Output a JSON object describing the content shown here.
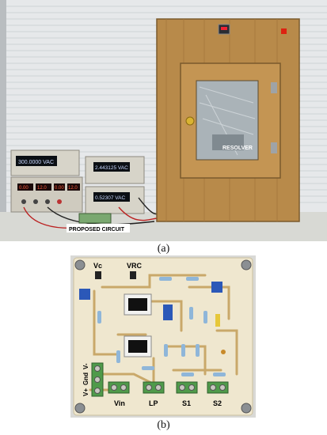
{
  "photo_a": {
    "caption": "(a)",
    "label_resolver": "RESOLVER",
    "label_circuit": "PROPOSED CIRCUIT",
    "display_top": "300.0000 VAC",
    "display_mid": "2.443125 VAC",
    "display_low": "0.52307 VAC",
    "supply_readouts": [
      "0.00",
      "12.0",
      "0.00",
      "12.0"
    ]
  },
  "photo_b": {
    "caption": "(b)",
    "labels": {
      "vc": "Vc",
      "vrc": "VRC",
      "vplus": "V+",
      "gnd": "Gnd",
      "vminus": "V-",
      "vin": "Vin",
      "lp": "LP",
      "s1": "S1",
      "s2": "S2"
    }
  },
  "colors": {
    "cabinet_wood": "#b88a4a",
    "board": "#efe7cf",
    "trace": "#c9a86a",
    "terminal_green": "#4f9a4a",
    "trimmer_blue": "#2b58b8"
  }
}
